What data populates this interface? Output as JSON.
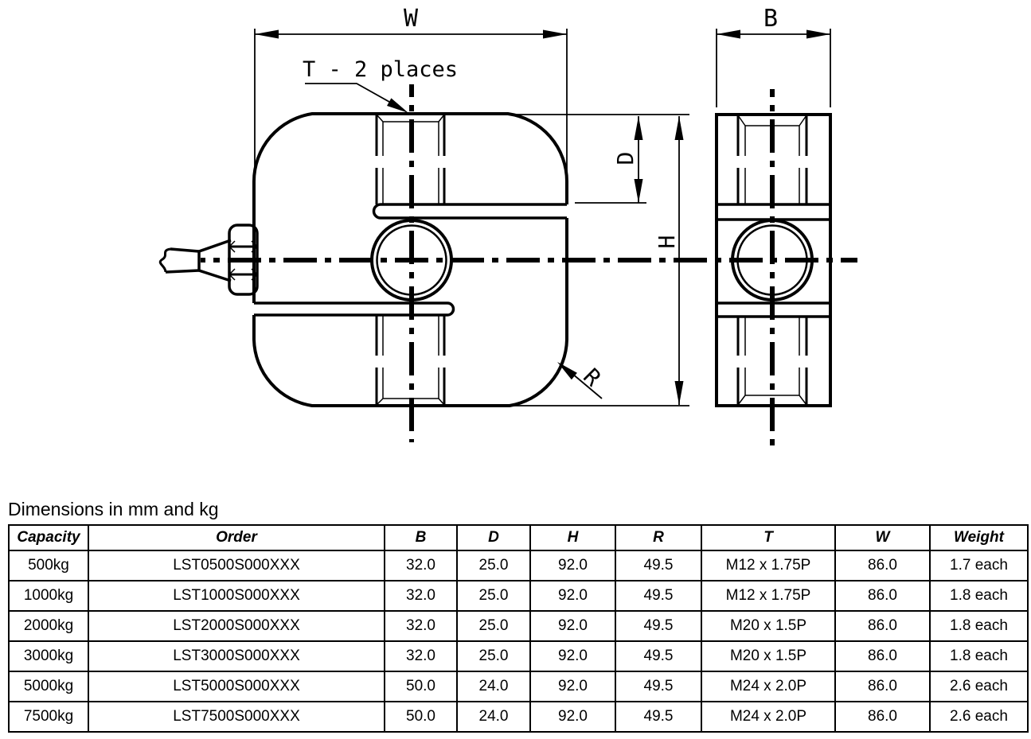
{
  "title": "Dimensions in mm and kg",
  "drawing": {
    "labels": {
      "w": "W",
      "b": "B",
      "d": "D",
      "h": "H",
      "r": "R",
      "thread_note": "T - 2 places"
    }
  },
  "table": {
    "headers": [
      "Capacity",
      "Order",
      "B",
      "D",
      "H",
      "R",
      "T",
      "W",
      "Weight"
    ],
    "rows": [
      [
        "500kg",
        "LST0500S000XXX",
        "32.0",
        "25.0",
        "92.0",
        "49.5",
        "M12 x 1.75P",
        "86.0",
        "1.7 each"
      ],
      [
        "1000kg",
        "LST1000S000XXX",
        "32.0",
        "25.0",
        "92.0",
        "49.5",
        "M12 x 1.75P",
        "86.0",
        "1.8 each"
      ],
      [
        "2000kg",
        "LST2000S000XXX",
        "32.0",
        "25.0",
        "92.0",
        "49.5",
        "M20 x 1.5P",
        "86.0",
        "1.8 each"
      ],
      [
        "3000kg",
        "LST3000S000XXX",
        "32.0",
        "25.0",
        "92.0",
        "49.5",
        "M20 x 1.5P",
        "86.0",
        "1.8 each"
      ],
      [
        "5000kg",
        "LST5000S000XXX",
        "50.0",
        "24.0",
        "92.0",
        "49.5",
        "M24 x 2.0P",
        "86.0",
        "2.6 each"
      ],
      [
        "7500kg",
        "LST7500S000XXX",
        "50.0",
        "24.0",
        "92.0",
        "49.5",
        "M24 x 2.0P",
        "86.0",
        "2.6 each"
      ]
    ]
  }
}
